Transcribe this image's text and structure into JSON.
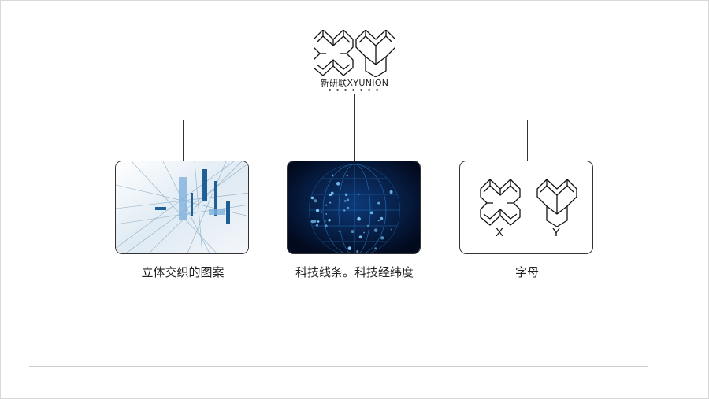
{
  "logo": {
    "title": "新研联XYUNION"
  },
  "nodes": [
    {
      "caption": "立体交织的图案"
    },
    {
      "caption": "科技线条。科技经纬度"
    },
    {
      "caption": "字母",
      "letters": [
        "X",
        "Y"
      ]
    }
  ],
  "colors": {
    "line": "#333333",
    "globe_bg": "#041634",
    "glow": "#3fa9ff"
  }
}
